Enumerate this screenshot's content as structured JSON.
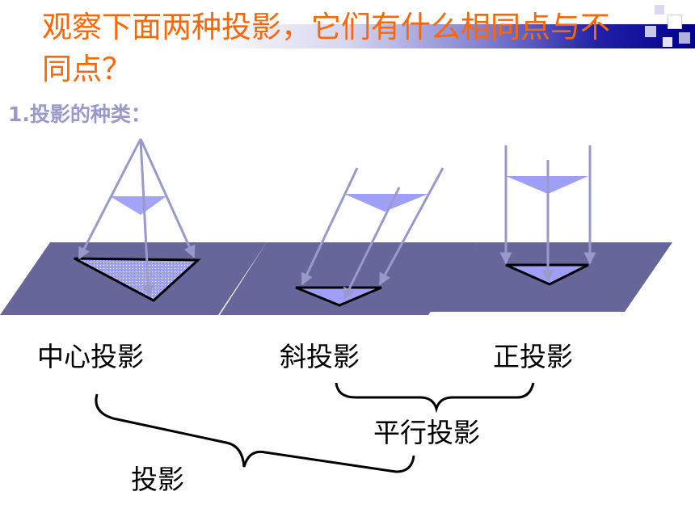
{
  "title": "观察下面两种投影，它们有什么相同点与不同点？",
  "subtitle": "1.投影的种类：",
  "labels": {
    "central": "中心投影",
    "oblique": "斜投影",
    "orthographic": "正投影",
    "parallel": "平行投影",
    "projection": "投影"
  },
  "colors": {
    "title": "#ff6600",
    "subtitle": "#9999cc",
    "plane": "#66669a",
    "ray": "#9999cc",
    "triangle_fill": "#9f9ff5",
    "triangle_stroke": "#000000",
    "bar_dark": "#00008a"
  }
}
